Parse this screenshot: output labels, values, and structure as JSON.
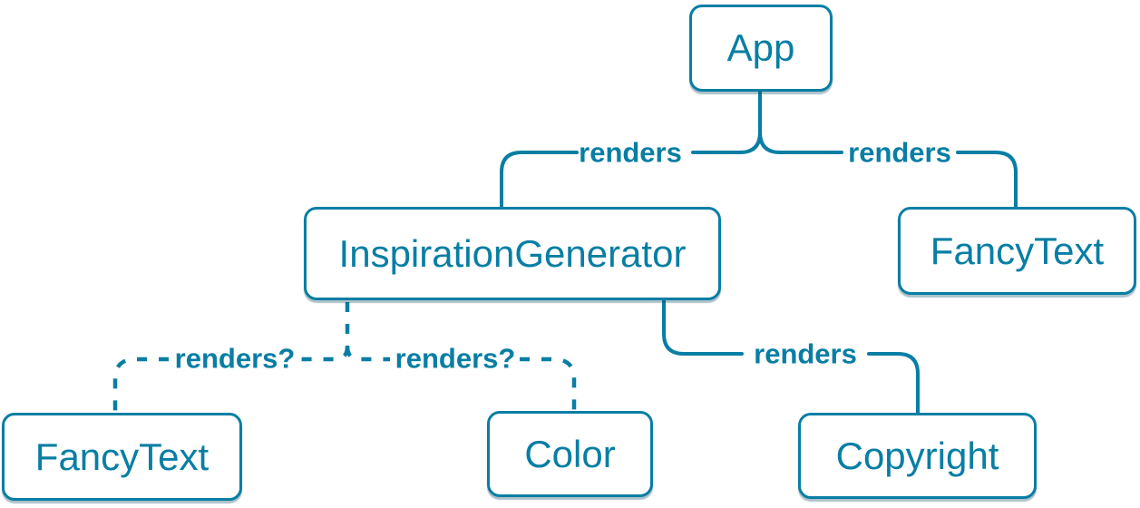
{
  "diagram": {
    "description": "Component render tree",
    "colors": {
      "accent": "#087ea4",
      "node_fill": "#ffffff",
      "background": "#ffffff"
    },
    "nodes": {
      "app": {
        "label": "App"
      },
      "inspiration_generator": {
        "label": "InspirationGenerator"
      },
      "fancy_text_top": {
        "label": "FancyText"
      },
      "fancy_text_bottom": {
        "label": "FancyText"
      },
      "color": {
        "label": "Color"
      },
      "copyright": {
        "label": "Copyright"
      }
    },
    "edges": {
      "app_to_inspiration_generator": {
        "label": "renders",
        "style": "solid"
      },
      "app_to_fancy_text": {
        "label": "renders",
        "style": "solid"
      },
      "inspiration_generator_to_copyright": {
        "label": "renders",
        "style": "solid"
      },
      "inspiration_generator_to_fancy_text": {
        "label": "renders?",
        "style": "dashed"
      },
      "inspiration_generator_to_color": {
        "label": "renders?",
        "style": "dashed"
      }
    }
  }
}
